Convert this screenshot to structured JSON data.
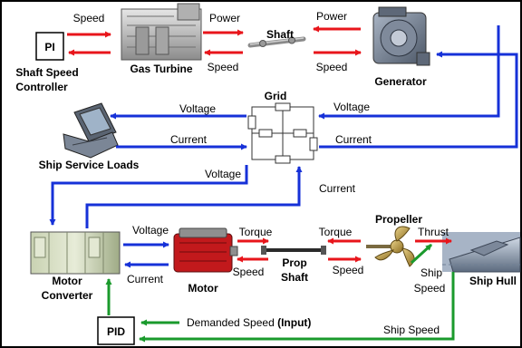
{
  "labels": {
    "pi": "PI",
    "pid": "PID",
    "shaft_speed_controller_1": "Shaft Speed",
    "shaft_speed_controller_2": "Controller",
    "gas_turbine": "Gas Turbine",
    "shaft": "Shaft",
    "generator": "Generator",
    "grid": "Grid",
    "ship_service_loads": "Ship Service Loads",
    "motor_converter_1": "Motor",
    "motor_converter_2": "Converter",
    "motor": "Motor",
    "prop_shaft_1": "Prop",
    "prop_shaft_2": "Shaft",
    "propeller": "Propeller",
    "ship_hull": "Ship Hull"
  },
  "signals": {
    "speed_pi_gt": "Speed",
    "power_gt_shaft": "Power",
    "speed_shaft_gt": "Speed",
    "power_gen_shaft": "Power",
    "speed_shaft_gen": "Speed",
    "voltage_grid_loads": "Voltage",
    "current_loads_grid": "Current",
    "voltage_gen_grid": "Voltage",
    "current_grid_gen": "Current",
    "voltage_grid_conv": "Voltage",
    "current_conv_grid": "Current",
    "voltage_conv_motor": "Voltage",
    "current_motor_conv": "Current",
    "torque_motor_prop": "Torque",
    "speed_prop_motor": "Speed",
    "torque_prop_propeller": "Torque",
    "speed_propeller_prop": "Speed",
    "thrust": "Thrust",
    "ship_speed_1": "Ship",
    "ship_speed_2": "Speed",
    "ship_speed_feedback": "Ship Speed",
    "demanded_speed": "Demanded Speed",
    "demanded_speed_suffix": "(Input)"
  },
  "colors": {
    "mechanical": "#e8151b",
    "electrical": "#1631d8",
    "control": "#1a9a2c"
  },
  "icons": {
    "gas_turbine": "gas-turbine-icon",
    "shaft": "shaft-icon",
    "generator": "generator-icon",
    "grid": "grid-icon",
    "ship_service_loads": "computer-terminal-icon",
    "motor_converter": "motor-converter-icon",
    "motor": "motor-icon",
    "prop_shaft": "prop-shaft-icon",
    "propeller": "propeller-icon",
    "ship_hull": "ship-hull-icon"
  }
}
